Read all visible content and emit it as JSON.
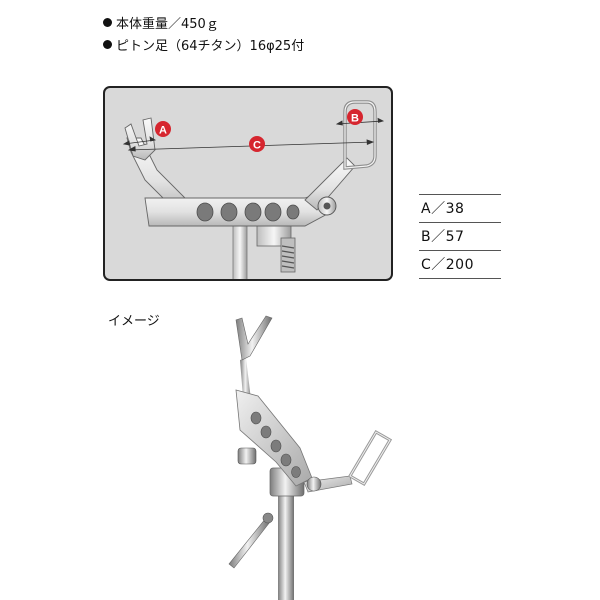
{
  "specs": {
    "weight": "本体重量／450ｇ",
    "piton": "ピトン足（64チタン）16φ25付"
  },
  "diagram": {
    "marker_a": "A",
    "marker_b": "B",
    "marker_c": "C",
    "marker_color": "#d6262f"
  },
  "dimensions": [
    {
      "label": "A／38"
    },
    {
      "label": "B／57"
    },
    {
      "label": "C／200"
    }
  ],
  "image_label": "イメージ"
}
